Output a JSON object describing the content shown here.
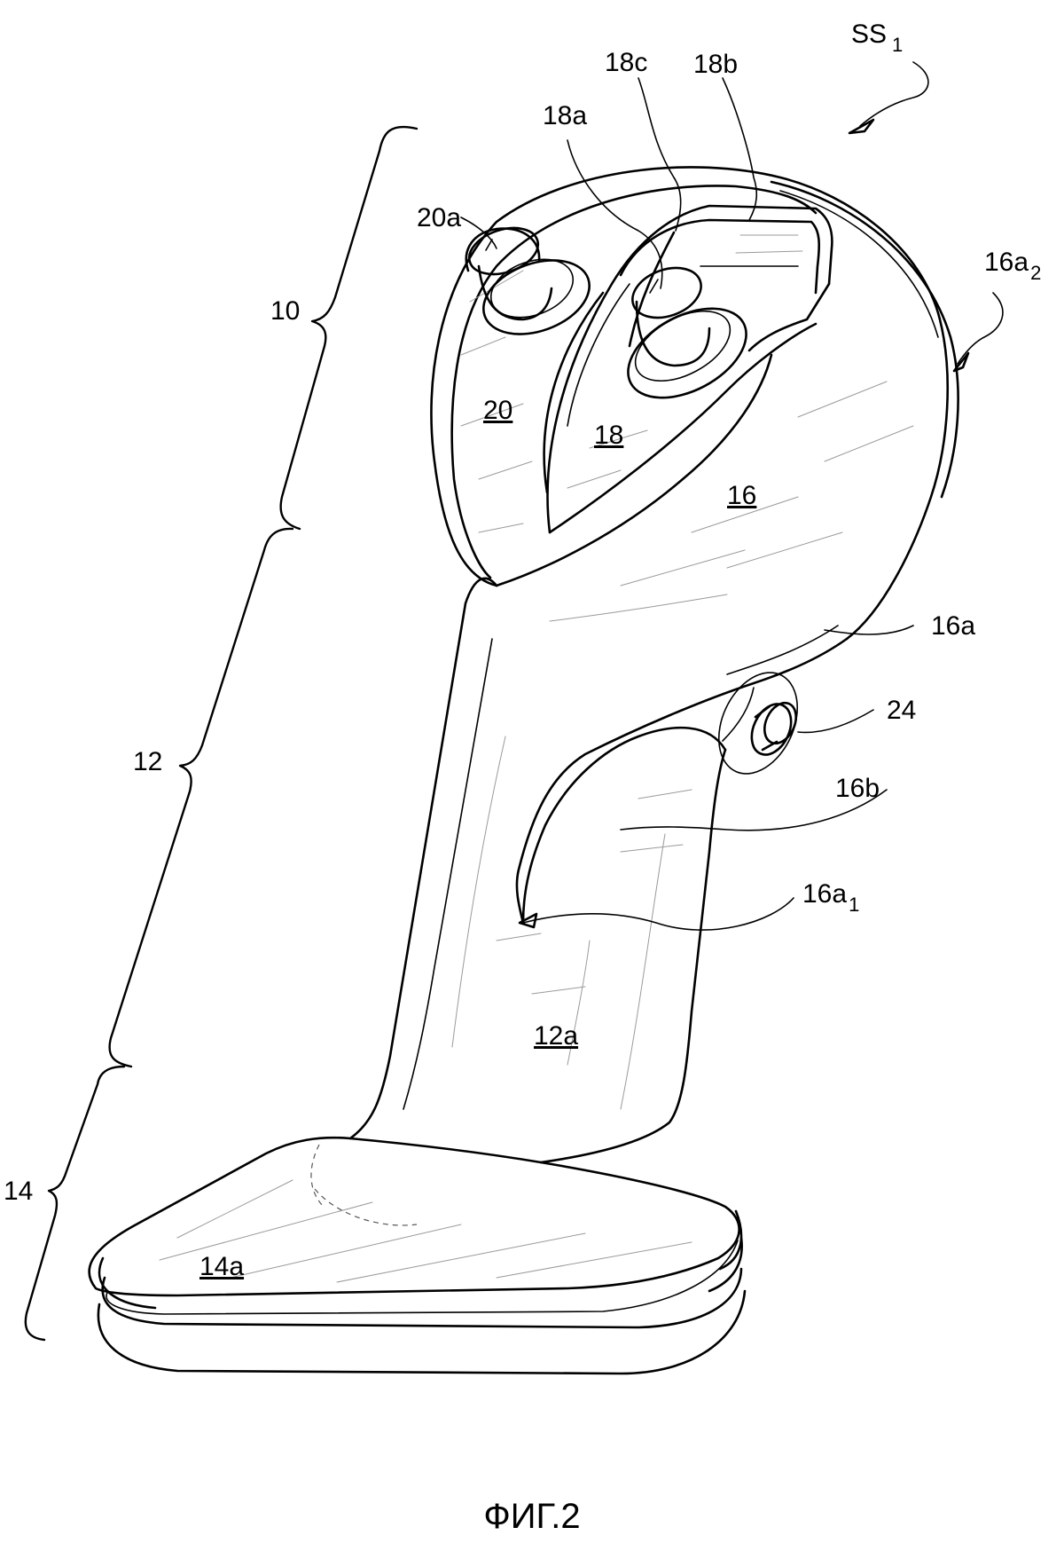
{
  "figure": {
    "caption": "ФИГ.2",
    "assembly_label": "SS",
    "assembly_label_sub": "1"
  },
  "labels": {
    "l10": "10",
    "l12": "12",
    "l14": "14",
    "l12a": "12a",
    "l14a": "14a",
    "l16": "16",
    "l16a": "16a",
    "l16a1": "16a",
    "l16a1_sub": "1",
    "l16a2": "16a",
    "l16a2_sub": "2",
    "l16b": "16b",
    "l18": "18",
    "l18a": "18a",
    "l18b": "18b",
    "l18c": "18c",
    "l20": "20",
    "l20a": "20a",
    "l24": "24"
  }
}
